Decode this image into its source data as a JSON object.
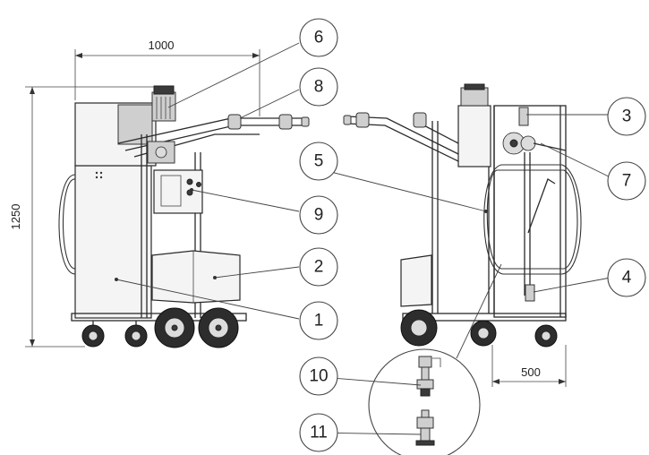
{
  "dimensions": {
    "width_label": "1000",
    "height_label": "1250",
    "depth_label": "500"
  },
  "callouts": {
    "c1": "1",
    "c2": "2",
    "c3": "3",
    "c4": "4",
    "c5": "5",
    "c6": "6",
    "c7": "7",
    "c8": "8",
    "c9": "9",
    "c10": "10",
    "c11": "11"
  }
}
